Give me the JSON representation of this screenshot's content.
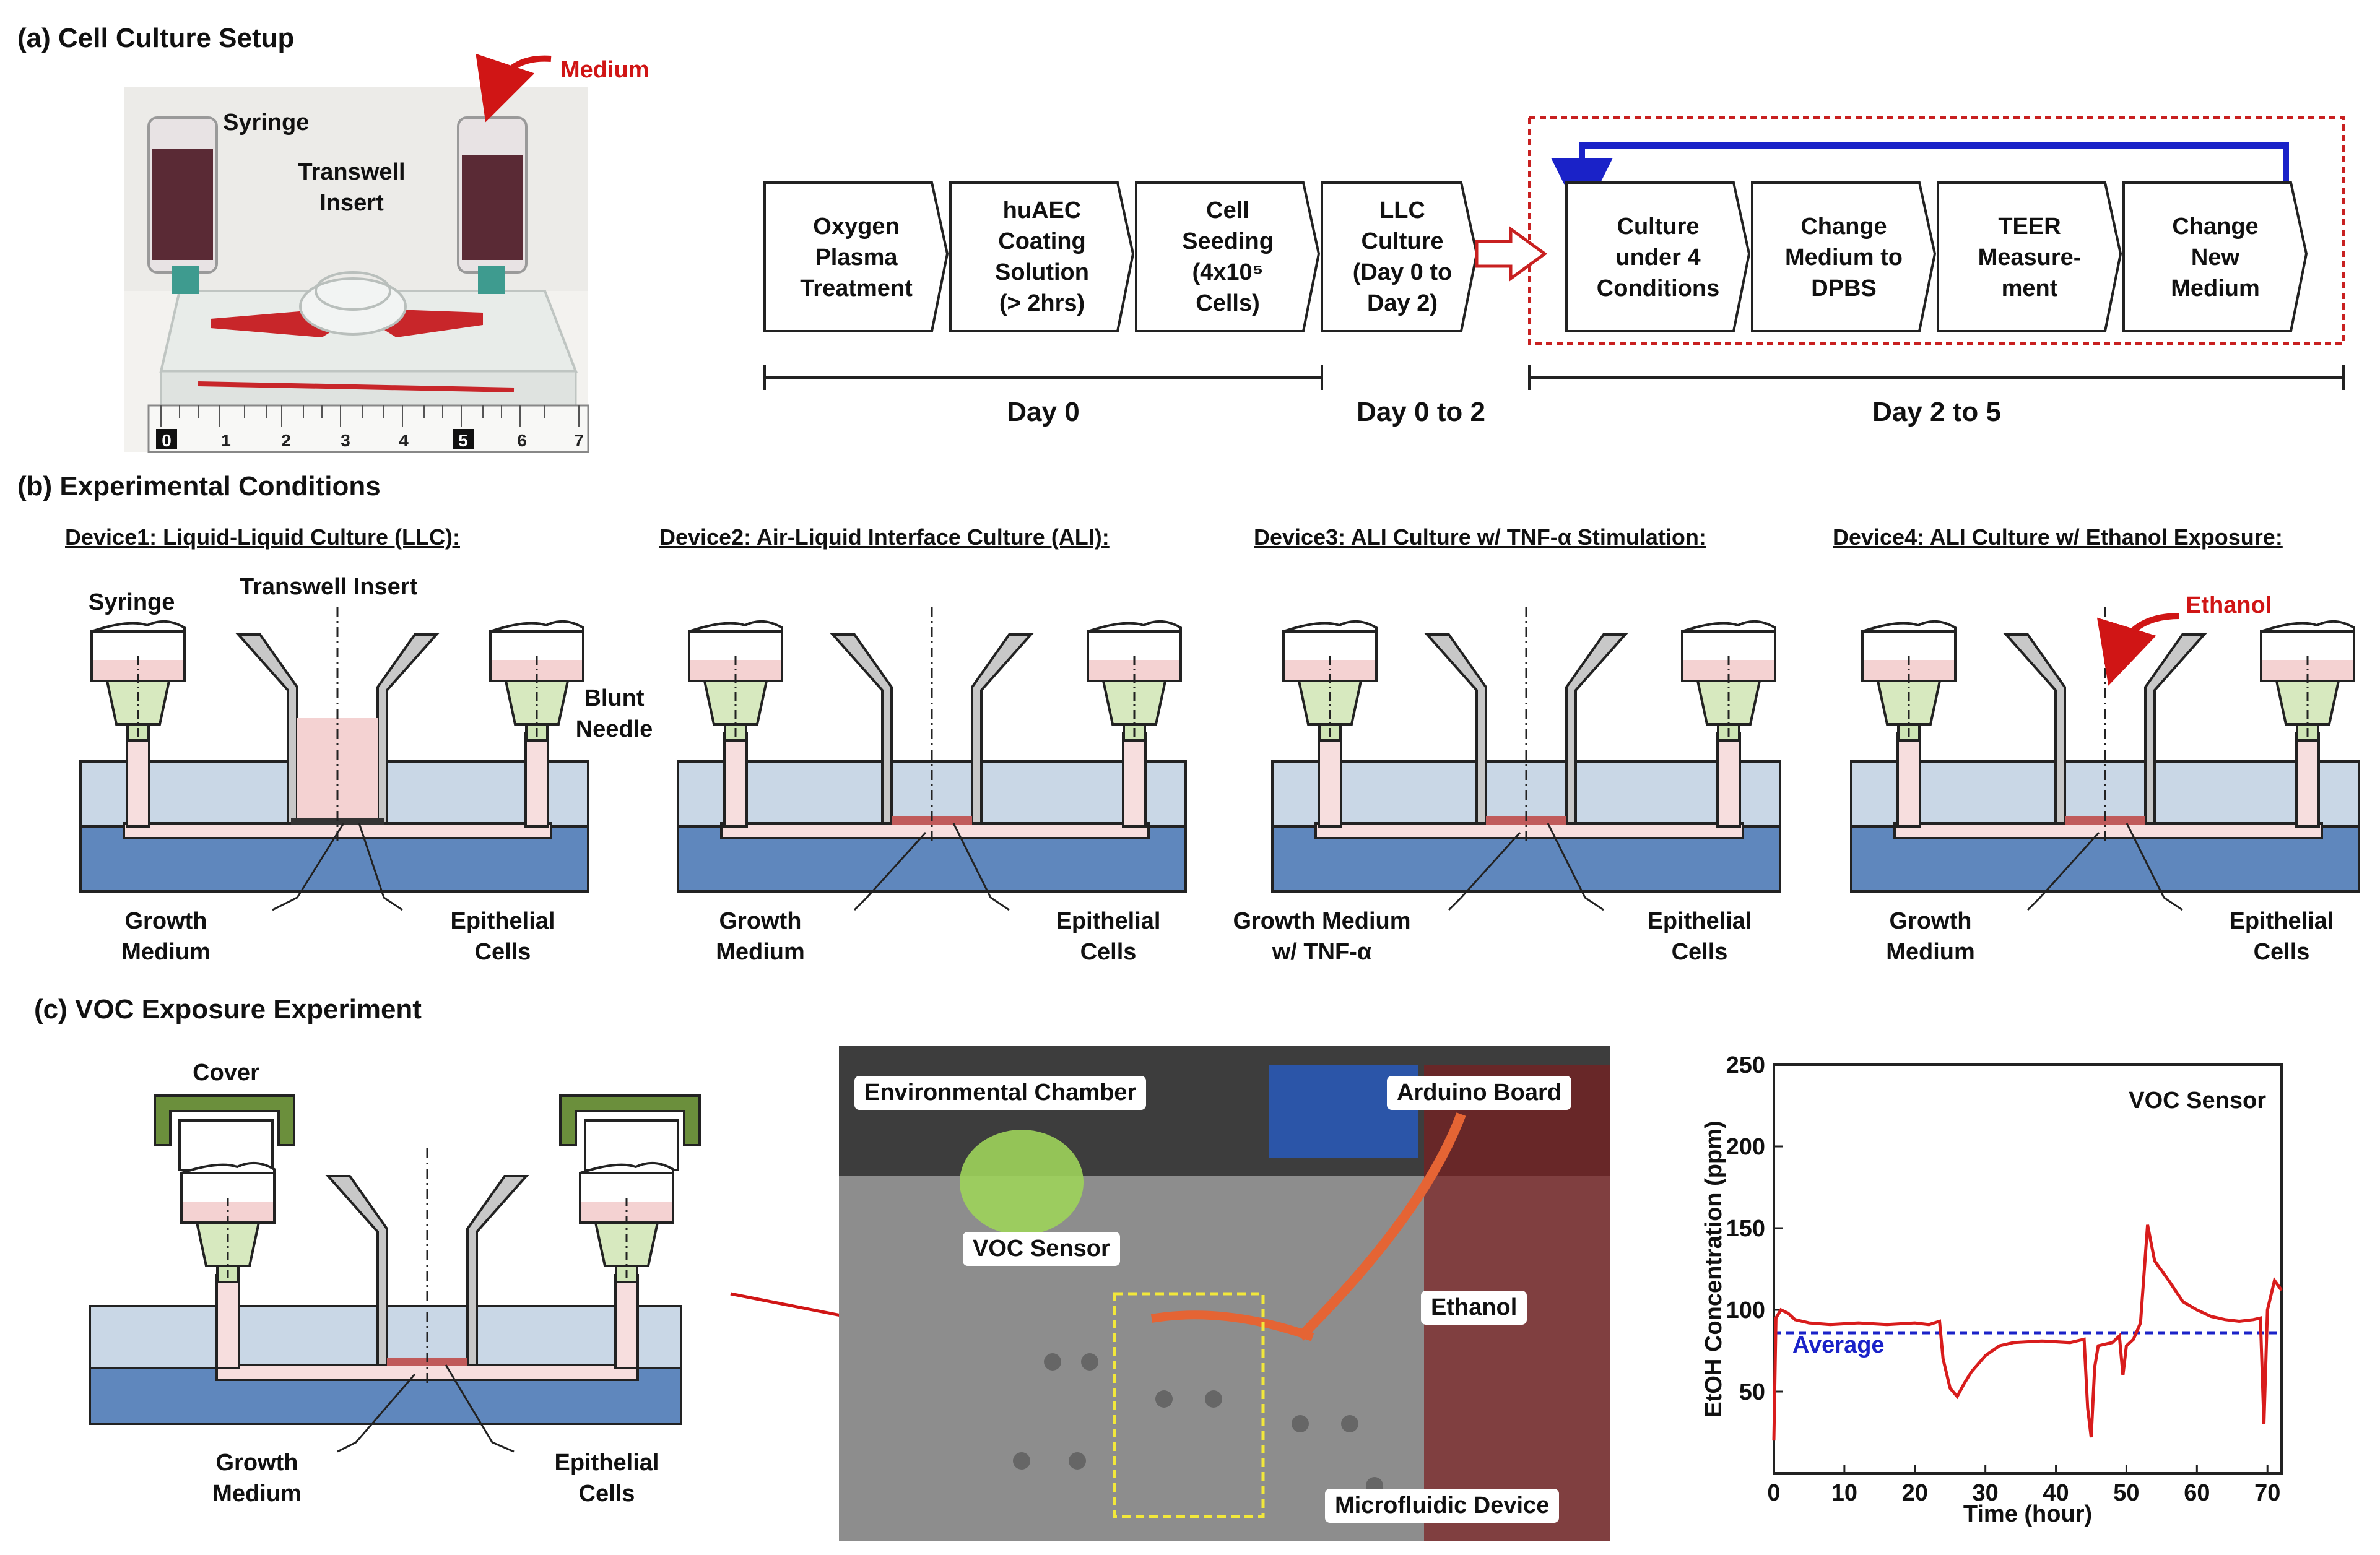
{
  "panels": {
    "a": {
      "title": "(a) Cell Culture Setup",
      "photo_labels": {
        "syringe": "Syringe",
        "transwell_1": "Transwell",
        "transwell_2": "Insert",
        "medium": "Medium"
      },
      "ruler_ticks": [
        "0",
        "1",
        "2",
        "3",
        "4",
        "5",
        "6",
        "7"
      ],
      "flow_steps": [
        {
          "lines": [
            "Oxygen",
            "Plasma",
            "Treatment"
          ]
        },
        {
          "lines": [
            "huAEC",
            "Coating",
            "Solution",
            "(> 2hrs)"
          ]
        },
        {
          "lines": [
            "Cell",
            "Seeding",
            "(4x10⁵",
            "Cells)"
          ]
        },
        {
          "lines": [
            "LLC",
            "Culture",
            "(Day 0 to",
            "Day 2)"
          ]
        },
        {
          "lines": [
            "Culture",
            "under 4",
            "Conditions"
          ]
        },
        {
          "lines": [
            "Change",
            "Medium to",
            "DPBS"
          ]
        },
        {
          "lines": [
            "TEER",
            "Measure-",
            "ment"
          ]
        },
        {
          "lines": [
            "Change",
            "New",
            "Medium"
          ]
        }
      ],
      "timeline": [
        "Day 0",
        "Day 0 to 2",
        "Day 2 to 5"
      ]
    },
    "b": {
      "title": "(b) Experimental Conditions",
      "devices": [
        {
          "heading": "Device1: Liquid-Liquid Culture (LLC):",
          "left_label": [
            "Growth",
            "Medium"
          ],
          "right_label": [
            "Epithelial",
            "Cells"
          ]
        },
        {
          "heading": "Device2: Air-Liquid Interface Culture (ALI):",
          "left_label": [
            "Growth",
            "Medium"
          ],
          "right_label": [
            "Epithelial",
            "Cells"
          ]
        },
        {
          "heading": "Device3: ALI Culture w/ TNF-α Stimulation:",
          "left_label": [
            "Growth Medium",
            "w/ TNF-α"
          ],
          "right_label": [
            "Epithelial",
            "Cells"
          ]
        },
        {
          "heading": "Device4: ALI Culture w/ Ethanol Exposure:",
          "left_label": [
            "Growth",
            "Medium"
          ],
          "right_label": [
            "Epithelial",
            "Cells"
          ]
        }
      ],
      "extra_labels": {
        "syringe": "Syringe",
        "transwell": "Transwell Insert",
        "blunt_1": "Blunt",
        "blunt_2": "Needle",
        "ethanol": "Ethanol"
      }
    },
    "c": {
      "title": "(c) VOC Exposure Experiment",
      "diagram_labels": {
        "cover": "Cover",
        "left_label": [
          "Growth",
          "Medium"
        ],
        "right_label": [
          "Epithelial",
          "Cells"
        ]
      },
      "photo_labels": {
        "chamber": "Environmental Chamber",
        "arduino": "Arduino Board",
        "voc": "VOC Sensor",
        "ethanol": "Ethanol",
        "microfluidic": "Microfluidic Device"
      }
    }
  },
  "chart_data": {
    "type": "line",
    "title": "",
    "annotation": "VOC Sensor",
    "xlabel": "Time (hour)",
    "ylabel": "EtOH Concentration (ppm)",
    "xlim": [
      0,
      72
    ],
    "ylim": [
      0,
      250
    ],
    "xticks": [
      0,
      10,
      20,
      30,
      40,
      50,
      60,
      70
    ],
    "yticks": [
      50,
      100,
      150,
      200,
      250
    ],
    "average": {
      "label": "Average",
      "value": 86
    },
    "series": [
      {
        "color": "#d81c1c",
        "x": [
          0,
          0.3,
          1,
          2,
          3,
          5,
          8,
          12,
          16,
          20,
          22,
          23.5,
          24,
          25,
          26,
          27,
          28,
          30,
          32,
          34,
          38,
          42,
          44,
          44.5,
          45,
          45.5,
          46,
          48,
          49,
          49.5,
          50,
          51,
          52,
          53,
          54,
          56,
          58,
          60,
          62,
          64,
          66,
          68,
          69,
          69.5,
          70,
          71,
          72
        ],
        "y": [
          20,
          95,
          100,
          98,
          94,
          92,
          91,
          92,
          91,
          92,
          91,
          93,
          70,
          52,
          47,
          55,
          62,
          72,
          78,
          80,
          81,
          80,
          82,
          40,
          22,
          65,
          78,
          80,
          84,
          60,
          78,
          82,
          92,
          152,
          130,
          118,
          105,
          100,
          96,
          94,
          93,
          94,
          95,
          30,
          100,
          118,
          112
        ]
      }
    ]
  }
}
